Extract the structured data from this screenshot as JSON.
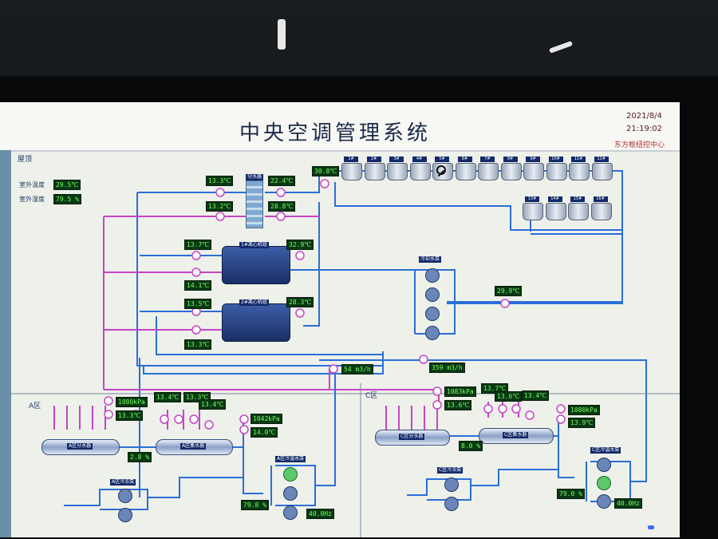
{
  "header": {
    "title": "中央空调管理系统",
    "date": "2021/8/4",
    "time": "21:19:02",
    "center": "东方枢纽控中心"
  },
  "roof": {
    "label": "屋顶",
    "outdoor_temp_label": "室外温度",
    "outdoor_temp": "29.5℃",
    "outdoor_humidity_label": "室外湿度",
    "outdoor_humidity": "79.5 %"
  },
  "cooling_towers": {
    "top_row": [
      "1#",
      "2#",
      "3#",
      "4#",
      "5#",
      "6#",
      "7#",
      "8#",
      "9#",
      "10#",
      "11#",
      "12#"
    ],
    "bottom_row": [
      "13#",
      "14#",
      "15#",
      "16#"
    ],
    "fault_index": 4
  },
  "plant": {
    "distributor_label": "分水器",
    "t_supply_top": "13.3℃",
    "t_return_top": "22.4℃",
    "t_supply_2": "13.2℃",
    "t_return_2": "28.8℃",
    "t_tower": "30.8℃",
    "chiller1_label": "1#离心机组",
    "chiller1_t_in": "13.7℃",
    "chiller1_t_out": "14.1℃",
    "chiller1_t_cond": "32.9℃",
    "chiller2_label": "2#离心机组",
    "chiller2_t_in": "13.5℃",
    "chiller2_t_out": "13.3℃",
    "chiller2_t_cond": "28.3℃",
    "cooling_pump_label": "冷却水泵",
    "cooling_pump_temp": "29.9℃",
    "flow_1": "54 m3/h",
    "flow_2": "359 m3/h"
  },
  "zone_a": {
    "label": "A区",
    "pressure": "1080kPa",
    "temp": "13.3℃",
    "collector_label": "A区分水器",
    "distributor_label": "A区集水器",
    "branch_1": "13.4℃",
    "branch_2": "13.3℃",
    "branch_3": "13.4℃",
    "pressure_2": "1042kPa",
    "temp_2": "14.0℃",
    "valve_pct": "2.8 %",
    "pump_label": "A区冷冻泵",
    "ice_pump_label": "A区冷温水泵",
    "pump_pct": "79.8 %",
    "freq": "40.0Hz"
  },
  "zone_c": {
    "label": "C区",
    "pressure": "1083kPa",
    "temp": "13.6℃",
    "collector_label": "C区分水器",
    "distributor_label": "C区集水器",
    "branch_1": "13.7℃",
    "branch_2": "13.6℃",
    "branch_3": "13.4℃",
    "pressure_2": "1080kPa",
    "temp_2": "13.9℃",
    "valve_pct": "8.0 %",
    "pump_label": "C区冷冻泵",
    "ice_pump_label": "C区冷温水泵",
    "pump_pct": "79.0 %",
    "freq": "40.0Hz"
  }
}
